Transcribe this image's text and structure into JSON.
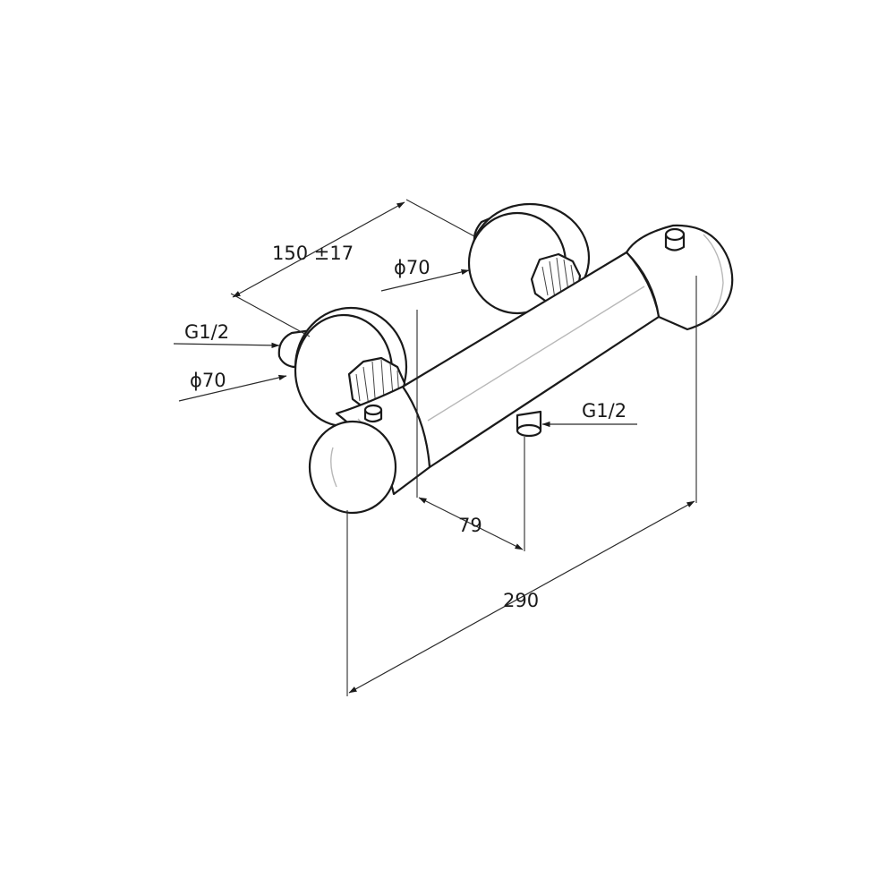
{
  "dimensions": {
    "eccentric_spacing": "150 ±17",
    "rosette_diameter_rear": "ϕ70",
    "rosette_diameter_front": "ϕ70",
    "inlet_thread_left": "G1/2",
    "outlet_thread": "G1/2",
    "outlet_offset": "79",
    "overall_length": "290"
  },
  "colors": {
    "line": "#1a1a1a",
    "highlight": "#b8b8b8",
    "background": "#ffffff"
  }
}
